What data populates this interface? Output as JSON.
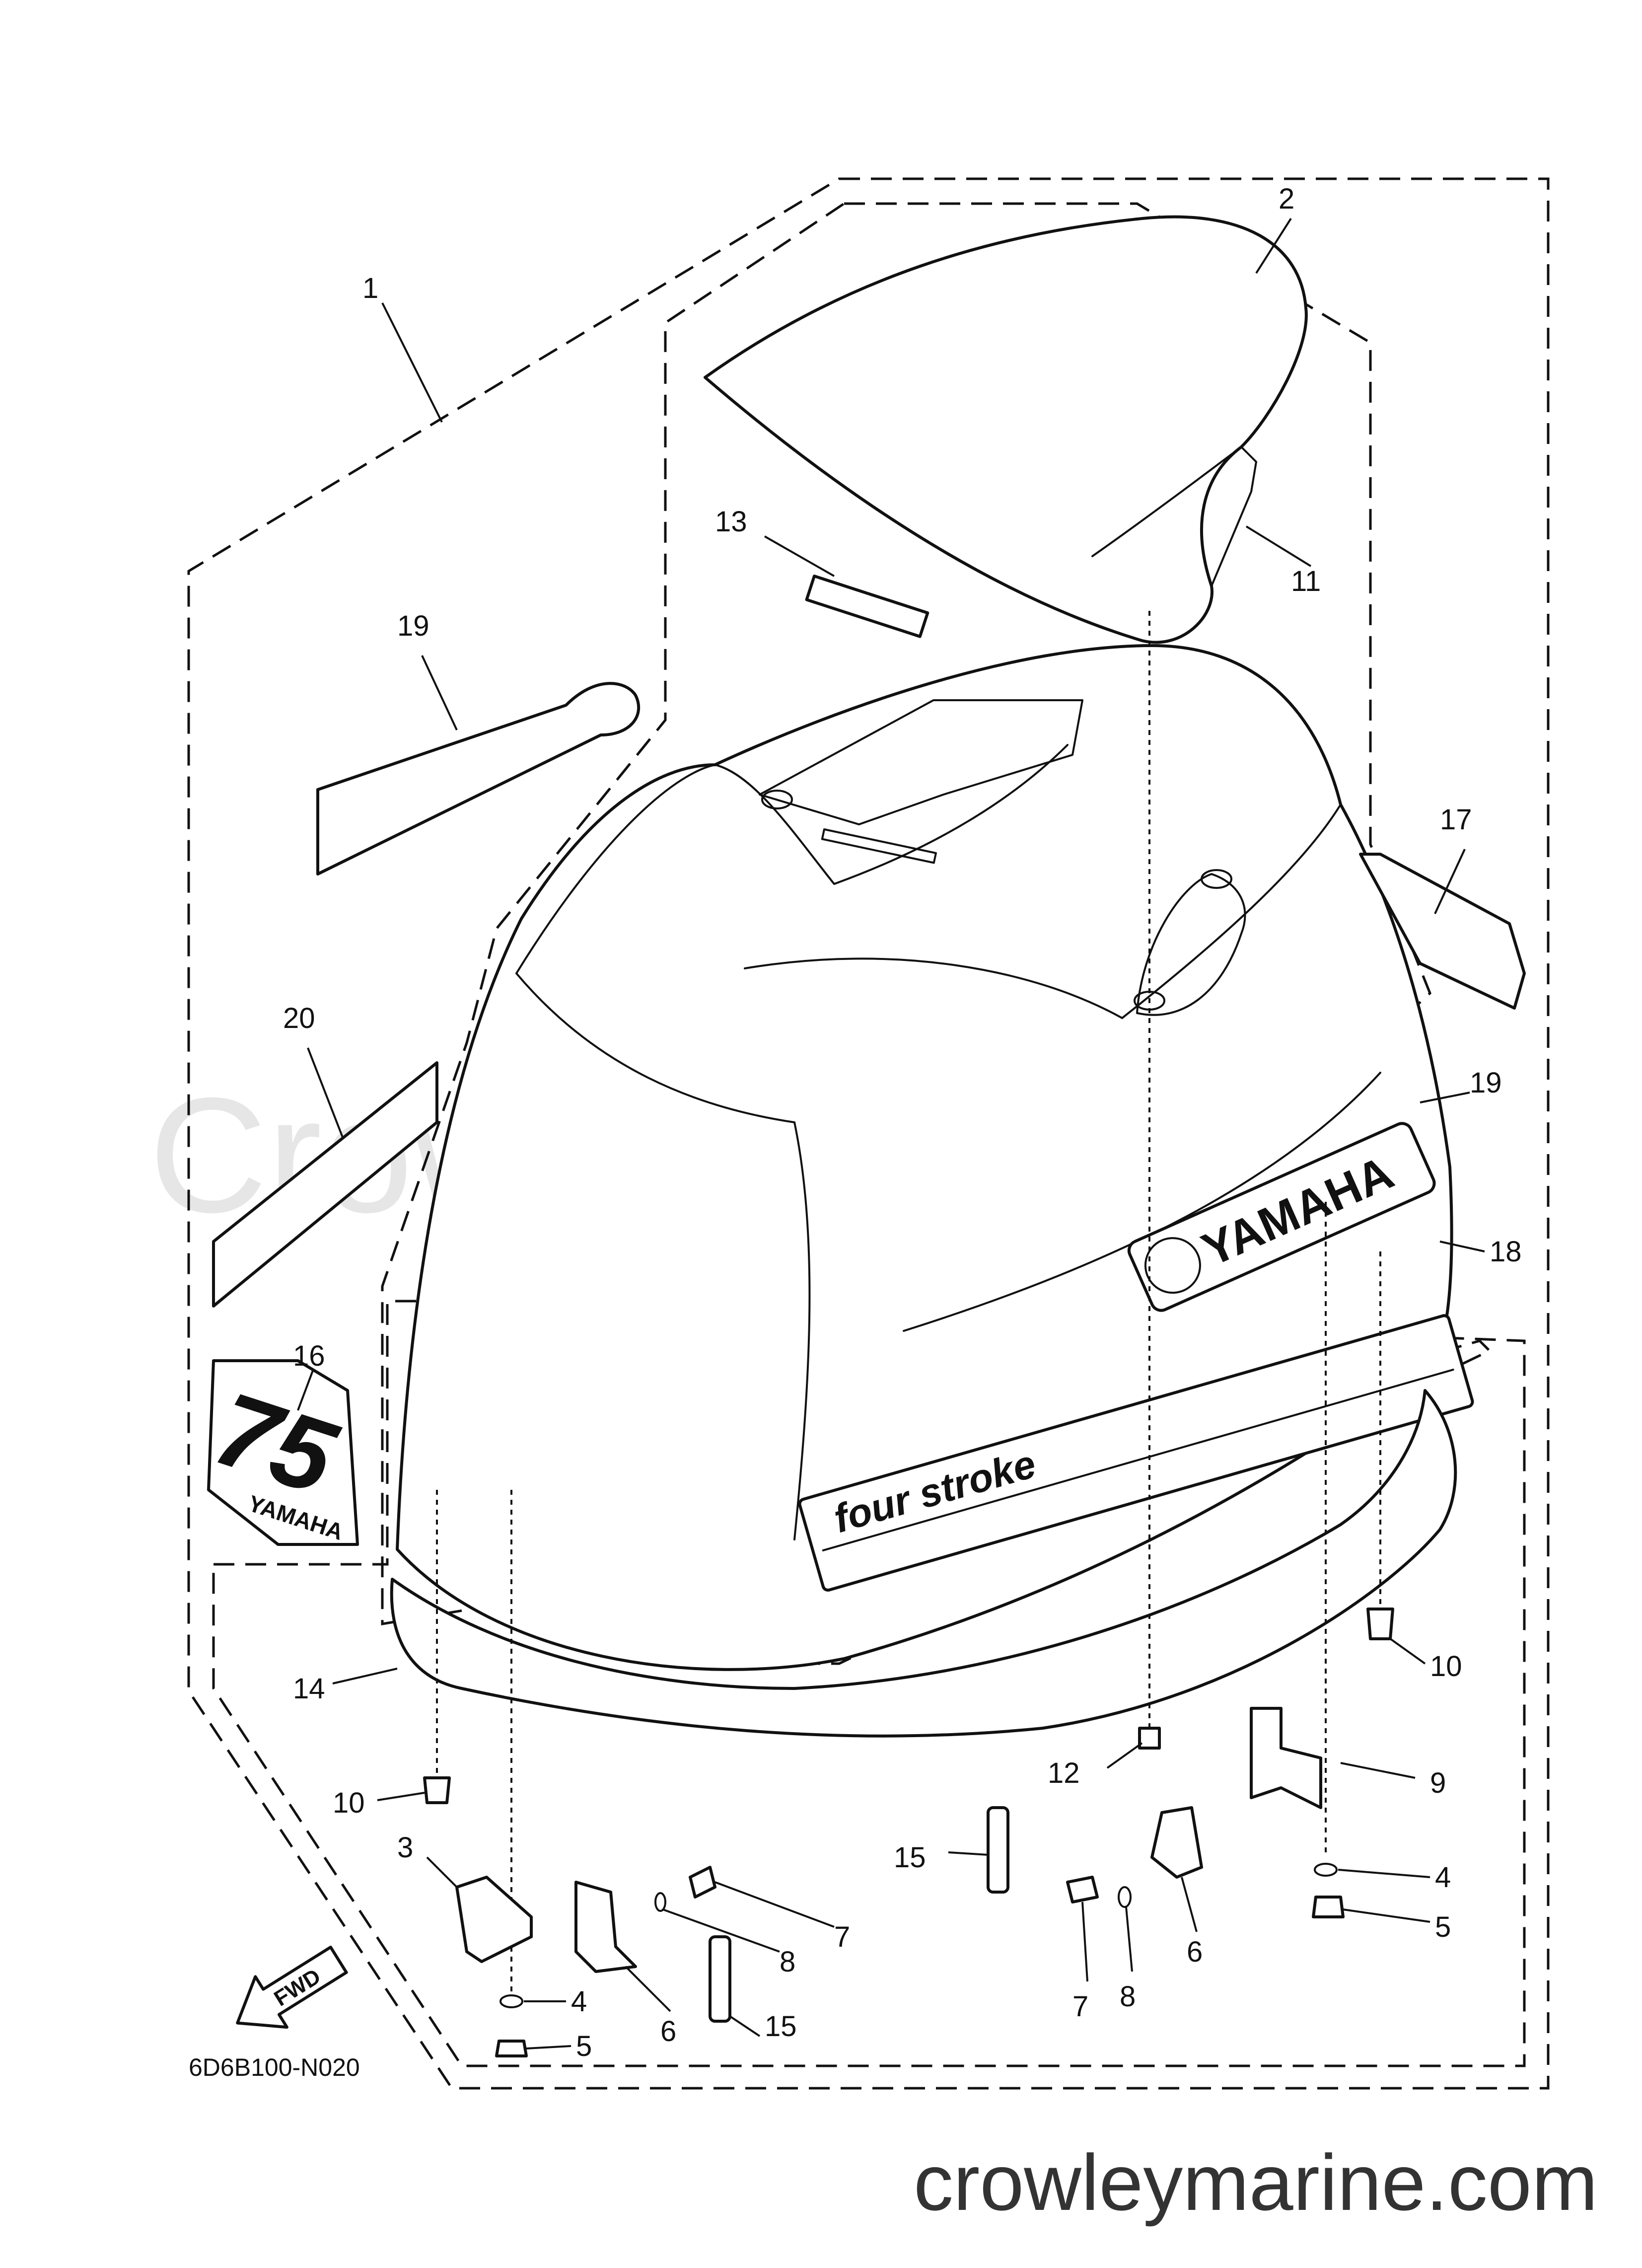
{
  "watermark": "Crowley Marine",
  "website": "crowleymarine.com",
  "diagram_code": "6D6B100-N020",
  "fwd_arrow_label": "FWD",
  "decals": {
    "brand": "YAMAHA",
    "model": "four stroke",
    "badge_number": "75",
    "badge_brand": "YAMAHA"
  },
  "callouts": [
    "1",
    "2",
    "11",
    "13",
    "19",
    "17",
    "20",
    "19",
    "18",
    "16",
    "10",
    "14",
    "10",
    "12",
    "9",
    "15",
    "3",
    "4",
    "7",
    "8",
    "6",
    "15",
    "7",
    "8",
    "6",
    "4",
    "5",
    "4",
    "5"
  ]
}
